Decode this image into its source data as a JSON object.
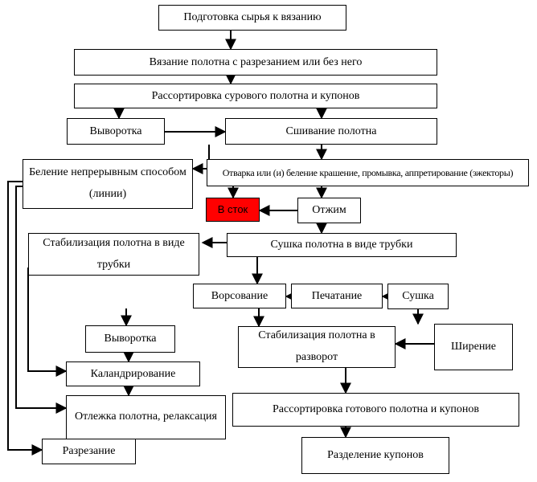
{
  "nodes": {
    "prep": "Подготовка сырья к вязанию",
    "knit": "Вязание полотна с разрезанием или без него",
    "sort_raw": "Рассортировка сурового полотна и купонов",
    "turn1": "Выворотка",
    "sew": "Сшивание полотна",
    "bleach_cont": "Беление непрерывным способом (линии)",
    "wet": "Отварка или (и) беление крашение, промывка, аппретирование (эжекторы)",
    "drain": "В сток",
    "squeeze": "Отжим",
    "stab_tube": "Стабилизация полотна в виде трубки",
    "dry_tube": "Сушка полотна в виде трубки",
    "nap": "Ворсование",
    "print": "Печатание",
    "dry": "Сушка",
    "turn2": "Выворотка",
    "stab_open": "Стабилизация полотна в разворот",
    "widen": "Ширение",
    "calender": "Каландрирование",
    "relax": "Отлежка полотна, релаксация",
    "sort_final": "Рассортировка готового полотна и купонов",
    "cut": "Разрезание",
    "split": "Разделение купонов"
  },
  "colors": {
    "drain_fill": "#ff0000",
    "line": "#000000"
  }
}
